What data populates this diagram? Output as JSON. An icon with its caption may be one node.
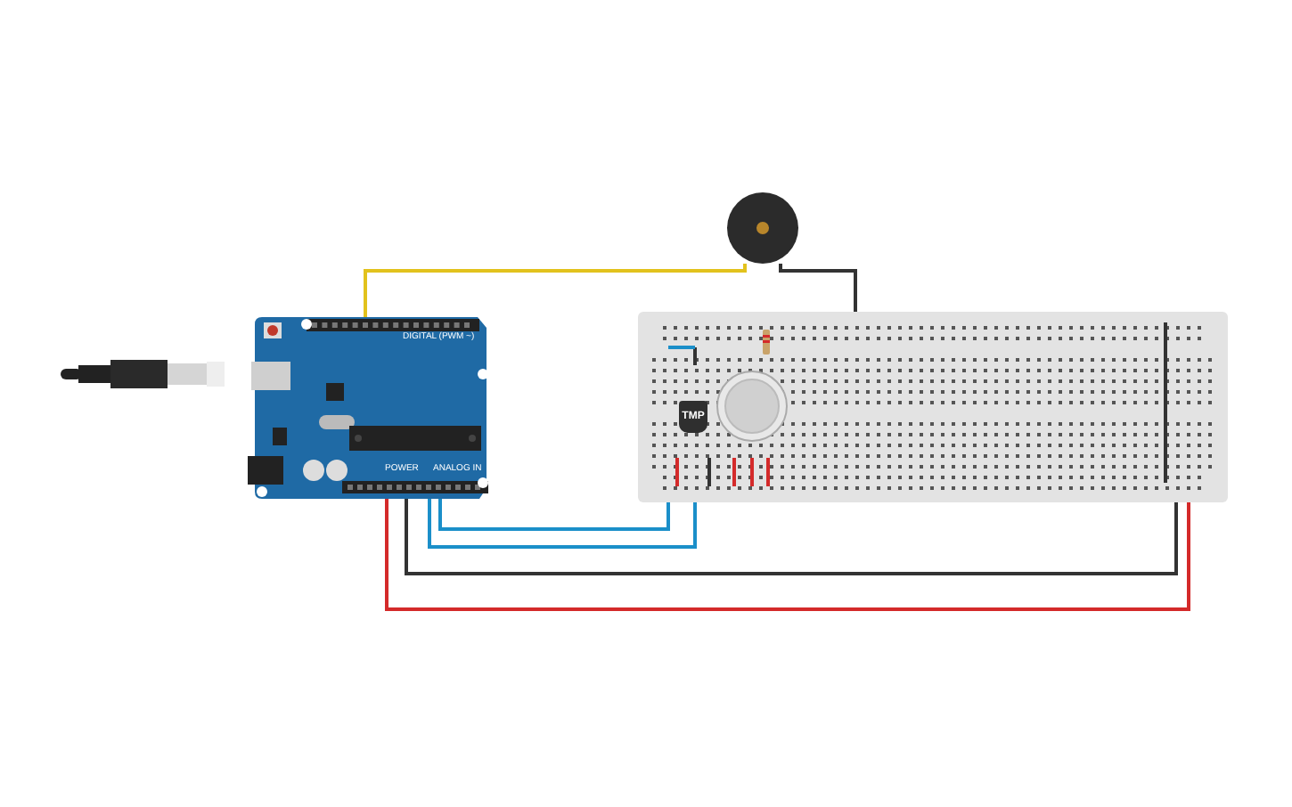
{
  "diagram": {
    "nodes": [
      {
        "text": [],
        "shape": "picture"
      },
      {
        "text": [],
        "shape": "circle"
      },
      {
        "text": [],
        "shape": "box"
      },
      {
        "text": [],
        "shape": "circle",
        "in": 2
      },
      {
        "text": [
          "TMP"
        ],
        "in": 2
      }
    ],
    "edges": [
      {
        "from": 0,
        "to": 1,
        "arrow": "none",
        "color": "#e2c21c"
      },
      {
        "from": 1,
        "to": 2,
        "arrow": "none",
        "color": "#333333"
      },
      {
        "from": 0,
        "to": 2,
        "arrow": "none",
        "color": "#d42a2a"
      },
      {
        "from": 0,
        "to": 2,
        "arrow": "none",
        "color": "#333333"
      },
      {
        "from": 0,
        "to": 2,
        "arrow": "none",
        "color": "#1b8fc9"
      },
      {
        "from": 0,
        "to": 2,
        "arrow": "none",
        "color": "#1b8fc9"
      }
    ],
    "labels": [
      "DIGITAL (PWM ~)",
      "POWER",
      "ANALOG IN"
    ]
  }
}
